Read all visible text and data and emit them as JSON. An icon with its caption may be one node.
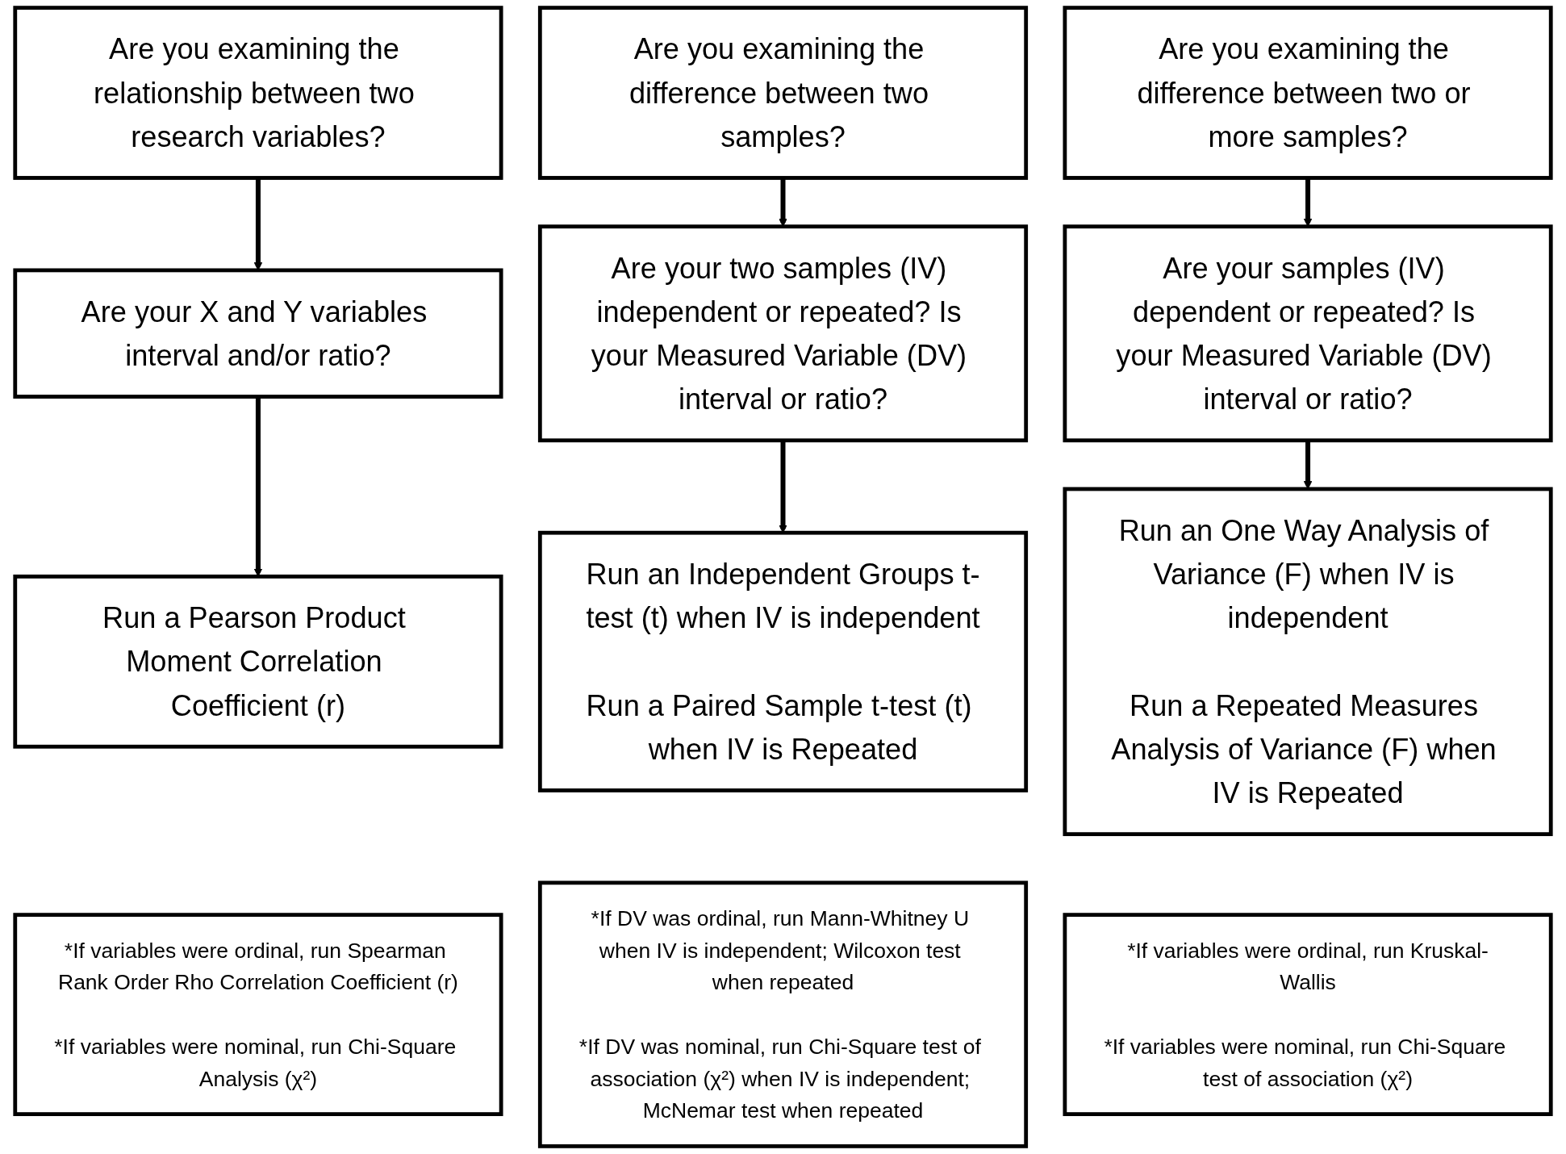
{
  "diagram": {
    "nodes": [
      {
        "text": [
          "Are you examining the relationship between two research variables?"
        ]
      },
      {
        "text": [
          "Are you examining the difference between two samples?"
        ]
      },
      {
        "text": [
          "Are you examining the difference between two or more samples?"
        ]
      },
      {
        "text": [
          "Are your X and Y variables interval and/or ratio?"
        ]
      },
      {
        "text": [
          "Are your two samples (IV) independent or repeated? Is your Measured Variable (DV) interval or ratio?"
        ]
      },
      {
        "text": [
          "Are your samples (IV) dependent or repeated? Is your Measured Variable (DV) interval or ratio?"
        ]
      },
      {
        "text": [
          "Run a Pearson Product Moment Correlation Coefficient (r)"
        ]
      },
      {
        "text": [
          "Run an Independent Groups t-test (t) when IV is independent",
          "Run a Paired Sample t-test (t) when IV is Repeated"
        ]
      },
      {
        "text": [
          "Run an One Way Analysis of Variance (F) when IV is independent",
          "Run a Repeated Measures Analysis of Variance (F) when IV is Repeated"
        ]
      },
      {
        "text": [
          "*If variables were ordinal, run Spearman Rank Order Rho Correlation Coefficient (r)",
          "*If variables were nominal, run Chi-Square Analysis (χ²)"
        ]
      },
      {
        "text": [
          "*If DV was ordinal, run Mann-Whitney U when IV is independent; Wilcoxon test when repeated",
          "*If DV was nominal, run Chi-Square test of association (χ²) when IV is independent; McNemar test when repeated"
        ]
      },
      {
        "text": [
          "*If variables were ordinal, run Kruskal-Wallis",
          "*If variables were nominal, run Chi-Square test of association (χ²)"
        ]
      }
    ],
    "edges": [
      {
        "from": 0,
        "to": 3,
        "arrow": "to"
      },
      {
        "from": 3,
        "to": 6,
        "arrow": "to"
      },
      {
        "from": 1,
        "to": 4,
        "arrow": "to"
      },
      {
        "from": 4,
        "to": 7,
        "arrow": "to"
      },
      {
        "from": 2,
        "to": 5,
        "arrow": "to"
      },
      {
        "from": 5,
        "to": 8,
        "arrow": "to"
      }
    ]
  }
}
